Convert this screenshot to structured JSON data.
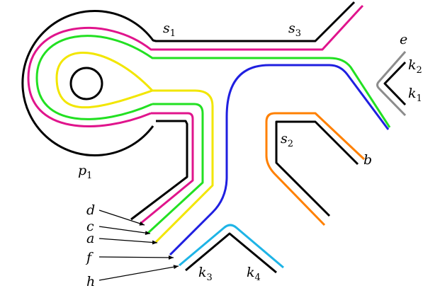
{
  "colors": {
    "black": "#000000",
    "magenta": "#e0148c",
    "green": "#22e022",
    "yellow": "#f2e600",
    "blue": "#1f1fe0",
    "orange": "#ff8000",
    "gray": "#8c8c8c",
    "cyan": "#1eb4e6"
  },
  "labels": {
    "s1": {
      "base": "s",
      "sub": "1"
    },
    "s3": {
      "base": "s",
      "sub": "3"
    },
    "s2": {
      "base": "s",
      "sub": "2"
    },
    "p1": {
      "base": "p",
      "sub": "1"
    },
    "e": {
      "base": "e",
      "sub": ""
    },
    "k2": {
      "base": "k",
      "sub": "2"
    },
    "k1": {
      "base": "k",
      "sub": "1"
    },
    "b": {
      "base": "b",
      "sub": ""
    },
    "d": {
      "base": "d",
      "sub": ""
    },
    "c": {
      "base": "c",
      "sub": ""
    },
    "a": {
      "base": "a",
      "sub": ""
    },
    "f": {
      "base": "f",
      "sub": ""
    },
    "h": {
      "base": "h",
      "sub": ""
    },
    "k3": {
      "base": "k",
      "sub": "3"
    },
    "k4": {
      "base": "k",
      "sub": "4"
    }
  }
}
